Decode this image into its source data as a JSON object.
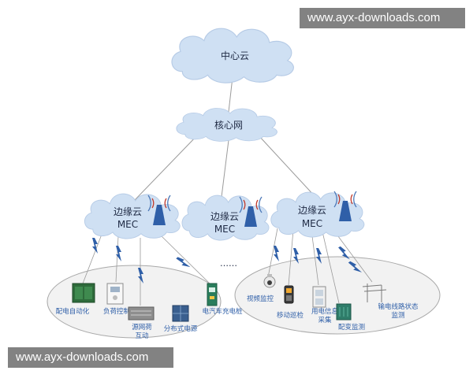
{
  "watermark": {
    "top": "www.ayx-downloads.com",
    "bottom": "www.ayx-downloads.com"
  },
  "clouds": {
    "center": "中心云",
    "core": "核心网",
    "edge_left_title": "边缘云",
    "edge_left_sub": "MEC",
    "edge_mid_title": "边缘云",
    "edge_mid_sub": "MEC",
    "edge_right_title": "边缘云",
    "edge_right_sub": "MEC"
  },
  "ellipsis": "……",
  "left_items": {
    "dist_auto": "配电自动化",
    "load_ctrl": "负荷控制",
    "grid_load_1": "源网荷",
    "grid_load_2": "互动",
    "dist_power": "分布式电源",
    "ev_charger": "电汽车充电桩"
  },
  "right_items": {
    "video": "视频监控",
    "patrol": "移动巡检",
    "power_info_1": "用电信息",
    "power_info_2": "采集",
    "transformer": "配变监测",
    "line_monitor_1": "输电线路状态",
    "line_monitor_2": "监测"
  },
  "colors": {
    "cloud": "#cfe0f3",
    "cloud_stroke": "#b6cbe6",
    "ellipse_fill": "#f2f2f2",
    "ellipse_stroke": "#a9a9a9",
    "link_line": "#9a9a9a",
    "tower": "#2f5fa8",
    "bolt": "#2f5fa8",
    "label": "#2f5fa8",
    "watermark_bg": "#5f5f5f"
  },
  "icons": [
    "antenna-tower-icon",
    "lightning-bolt-icon",
    "cabinet-icon",
    "meter-icon",
    "rack-device-icon",
    "solar-panel-icon",
    "ev-charger-icon",
    "camera-icon",
    "handheld-terminal-icon",
    "meter-box-icon",
    "transformer-icon",
    "power-line-icon"
  ]
}
